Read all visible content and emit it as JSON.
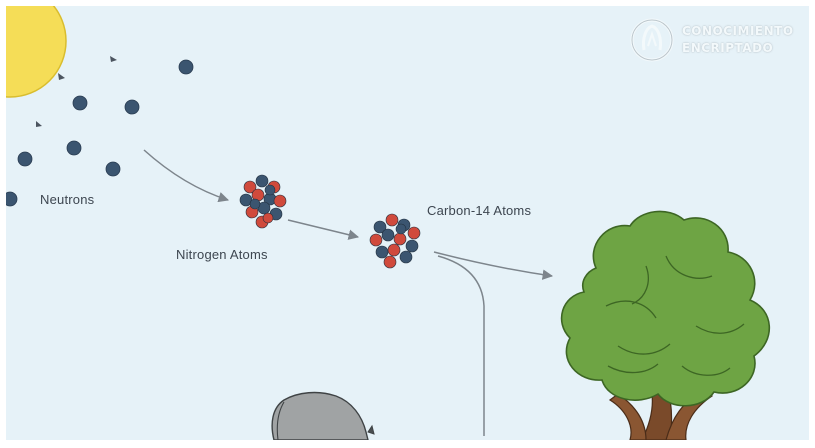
{
  "labels": {
    "neutrons": "Neutrons",
    "nitrogen": "Nitrogen Atoms",
    "carbon14": "Carbon-14 Atoms"
  },
  "watermark": {
    "line1": "CONOCIMIENTO",
    "line2": "ENCRIPTADO"
  },
  "colors": {
    "background": "#e6f2f8",
    "sun": "#f5dd57",
    "neutron": "#3b5570",
    "proton": "#d04a3c",
    "foliage": "#6ea444",
    "trunk": "#7a4a2a",
    "arrow": "#7d858c"
  }
}
